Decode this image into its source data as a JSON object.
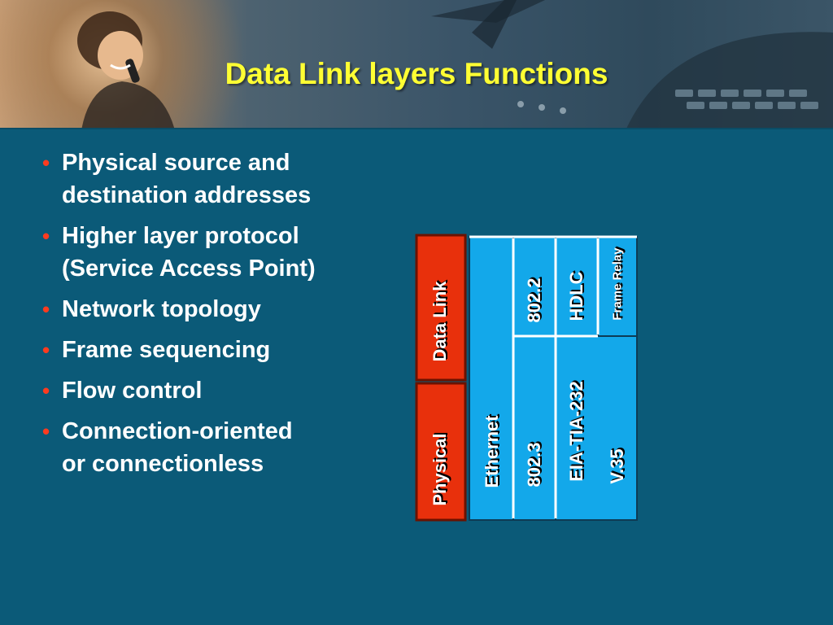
{
  "title": "Data Link layers Functions",
  "bullets": [
    "Physical source and\ndestination addresses",
    "Higher layer protocol\n(Service Access Point)",
    "Network topology",
    "Frame sequencing",
    "Flow control",
    "Connection-oriented\nor connectionless"
  ],
  "diagram": {
    "layers": {
      "data_link": "Data Link",
      "physical": "Physical"
    },
    "cells": {
      "ethernet": "Ethernet",
      "ieee_8022": "802.2",
      "ieee_8023": "802.3",
      "hdlc": "HDLC",
      "eia_tia_232": "EIA-TIA-232",
      "frame_relay": "Frame Relay",
      "v35": "V.35"
    },
    "colors": {
      "layer_red": "#e8300c",
      "cell_blue": "#13a8ea",
      "bullet_dot": "#ff3b1f",
      "title_yellow": "#ffff33"
    }
  }
}
